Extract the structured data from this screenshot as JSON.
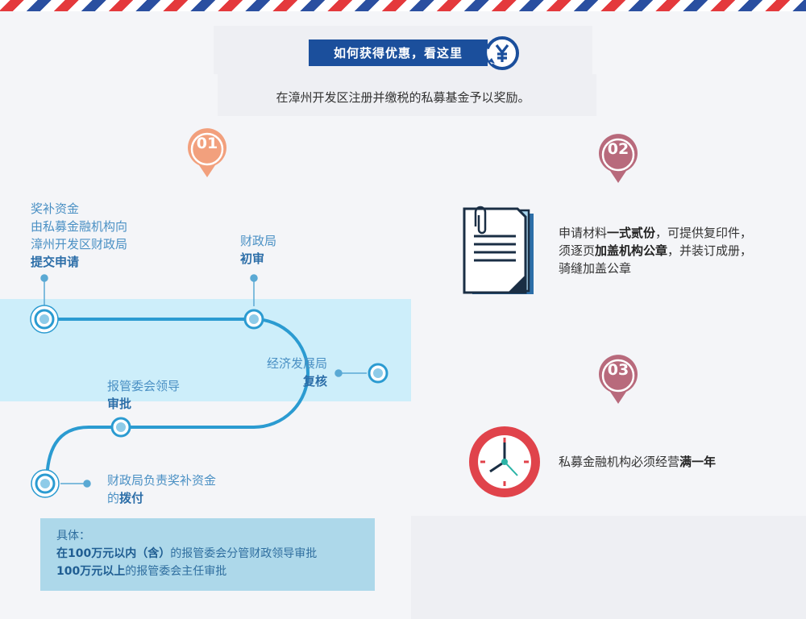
{
  "header": {
    "banner": "如何获得优惠，看这里",
    "intro": "在漳州开发区注册并缴税的私募基金予以奖励。"
  },
  "badges": [
    "01",
    "02",
    "03"
  ],
  "flow": {
    "step1": {
      "l1": "奖补资金",
      "l2": "由私募金融机构向",
      "l3": "漳州开发区财政局",
      "strong": "提交申请"
    },
    "step2": {
      "l1": "财政局",
      "strong": "初审"
    },
    "step3": {
      "l1": "经济发展局",
      "strong": "复核"
    },
    "step4": {
      "l1": "报管委会领导",
      "strong": "审批"
    },
    "step5": {
      "l1": "财政局负责奖补资金",
      "prefix": "的",
      "strong": "拨付"
    }
  },
  "detail": {
    "label": "具体：",
    "line1_strong": "在100万元以内（含）",
    "line1_rest": "的报管委会分管财政领导审批",
    "line2_strong": "100万元以上",
    "line2_rest": "的报管委会主任审批"
  },
  "req2": {
    "pre": "申请材料",
    "s1": "一式贰份",
    "mid": "，可提供复印件，",
    "pre2": "须逐页",
    "s2": "加盖机构公章",
    "mid2": "，并装订成册，",
    "line3": "骑缝加盖公章"
  },
  "req3": {
    "pre": "私募金融机构必须经营",
    "strong": "满一年"
  },
  "icons": {
    "badge": "yuan-cycle-icon",
    "document": "document-icon",
    "clock": "clock-icon",
    "pin": "map-pin-icon"
  },
  "colors": {
    "banner": "#1b4f9c",
    "track": "#2b9bd1",
    "band": "#cdeefa",
    "pin1": "#f2a07d",
    "pin_other": "#b86a7c",
    "clock": "#e0434b"
  }
}
